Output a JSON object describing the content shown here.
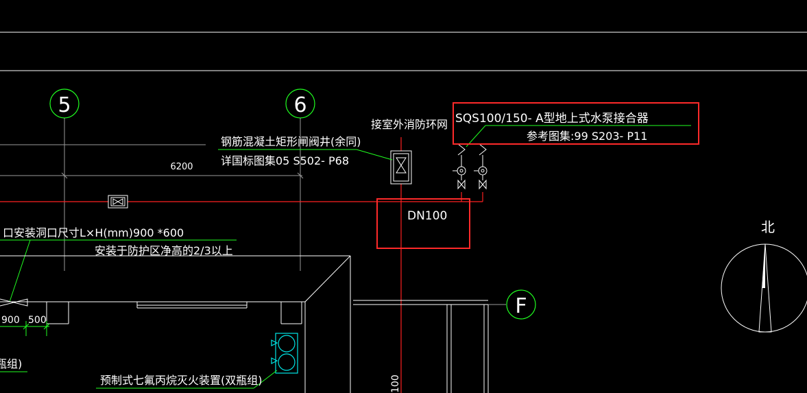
{
  "colors": {
    "background": "#000000",
    "line_white": "#ffffff",
    "line_grey": "#9a9a9a",
    "pipe_red": "#ff2020",
    "leader_green": "#20ff20",
    "highlight_red": "#ff2a2a",
    "equipment_cyan": "#00e5e5"
  },
  "grid": {
    "axis_5": "5",
    "axis_6": "6",
    "axis_f": "F",
    "span_dimension": "6200"
  },
  "labels": {
    "outdoor_network": "接室外消防环网",
    "valve_well_line1": "钢筋混凝土矩形闸阀井(余同)",
    "valve_well_line2": "详国标图集05 S502- P68",
    "pump_adapter_line1": "SQS100/150- A型地上式水泵接合器",
    "pump_adapter_line2": "参考图集:99 S203- P11",
    "pipe_size": "DN100",
    "opening_size": "口安装洞口尺寸L×H(mm)900 *600",
    "opening_height": "安装于防护区净高的2/3以上",
    "dim_900": "900",
    "dim_500": "500",
    "cylinder_left": "瓶组)",
    "extinguisher": "预制式七氟丙烷灭火装置(双瓶组)",
    "vertical_dim": "100",
    "north": "北"
  }
}
